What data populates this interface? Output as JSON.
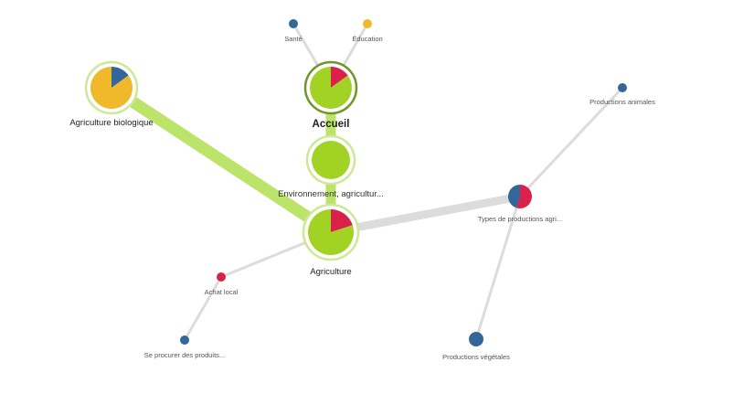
{
  "colors": {
    "green": "#a2d324",
    "green_ring": "#cde897",
    "dark_ring": "#6e9628",
    "yellow": "#f0b92b",
    "blue": "#336699",
    "red": "#d9214a",
    "edge_green": "#bde46a",
    "edge_gray": "#dcdcdc"
  },
  "nodes": [
    {
      "id": "accueil",
      "label": "Accueil"
    },
    {
      "id": "sante",
      "label": "Santé"
    },
    {
      "id": "education",
      "label": "Éducation"
    },
    {
      "id": "env",
      "label": "Environnement, agricultur..."
    },
    {
      "id": "agriculture",
      "label": "Agriculture"
    },
    {
      "id": "agri_bio",
      "label": "Agriculture biologique"
    },
    {
      "id": "types_prod",
      "label": "Types de productions agri..."
    },
    {
      "id": "prod_anim",
      "label": "Productions animales"
    },
    {
      "id": "prod_veg",
      "label": "Productions végétales"
    },
    {
      "id": "achat_local",
      "label": "Achat local"
    },
    {
      "id": "se_procurer",
      "label": "Se procurer des produits..."
    }
  ],
  "pies": {
    "accueil": [
      {
        "color": "red",
        "fraction": 0.15
      },
      {
        "color": "green",
        "fraction": 0.85
      }
    ],
    "agriculture": [
      {
        "color": "red",
        "fraction": 0.2
      },
      {
        "color": "green",
        "fraction": 0.8
      }
    ],
    "agri_bio": [
      {
        "color": "blue",
        "fraction": 0.15
      },
      {
        "color": "yellow",
        "fraction": 0.85
      }
    ],
    "types_prod": [
      {
        "color": "red",
        "fraction": 0.55
      },
      {
        "color": "blue",
        "fraction": 0.45
      }
    ]
  },
  "edges": [
    {
      "from": "accueil",
      "to": "sante",
      "kind": "thin"
    },
    {
      "from": "accueil",
      "to": "education",
      "kind": "thin"
    },
    {
      "from": "accueil",
      "to": "env",
      "kind": "green"
    },
    {
      "from": "env",
      "to": "agriculture",
      "kind": "green"
    },
    {
      "from": "agri_bio",
      "to": "agriculture",
      "kind": "green-thick"
    },
    {
      "from": "agriculture",
      "to": "types_prod",
      "kind": "gray-thick"
    },
    {
      "from": "agriculture",
      "to": "achat_local",
      "kind": "thin"
    },
    {
      "from": "achat_local",
      "to": "se_procurer",
      "kind": "thin"
    },
    {
      "from": "types_prod",
      "to": "prod_anim",
      "kind": "thin"
    },
    {
      "from": "types_prod",
      "to": "prod_veg",
      "kind": "thin"
    }
  ]
}
